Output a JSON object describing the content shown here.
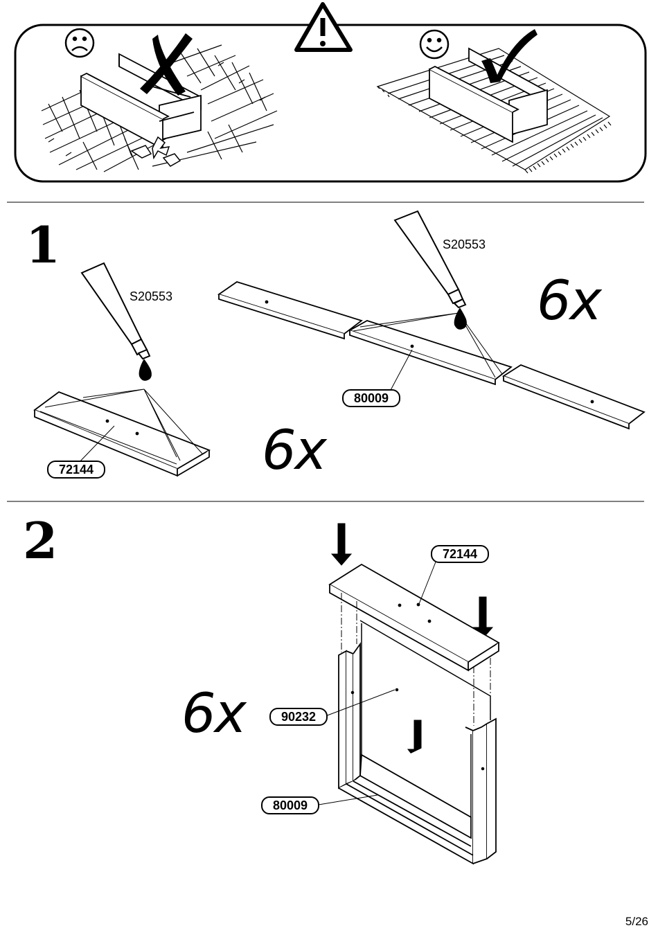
{
  "steps": [
    {
      "number": "1",
      "multiplier_a": "6x",
      "multiplier_b": "6x",
      "glue_a": "S20553",
      "glue_b": "S20553",
      "part_a": "72144",
      "part_b": "80009"
    },
    {
      "number": "2",
      "multiplier": "6x",
      "part_top": "72144",
      "part_panel": "90232",
      "part_frame": "80009"
    }
  ],
  "page": {
    "number": "5/26"
  },
  "warning": {
    "icon": "warning-triangle-icon",
    "bad_icon": "sad-face-icon",
    "good_icon": "happy-face-icon"
  }
}
